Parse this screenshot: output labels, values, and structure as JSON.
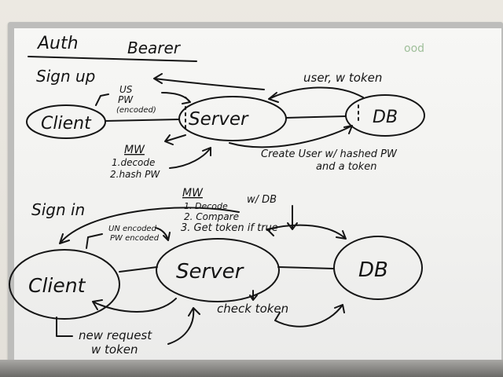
{
  "board": {
    "title_left": "Auth",
    "title_right": "Bearer",
    "corner_mark": "ood",
    "signup": {
      "heading": "Sign up",
      "client": "Client",
      "server": "Server",
      "db": "DB",
      "payload_1": "US",
      "payload_2": "PW",
      "payload_3": "(encoded)",
      "return_label": "user, w token",
      "middleware_title": "MW",
      "middleware_1": "1.decode",
      "middleware_2": "2.hash PW",
      "create_1": "Create User w/ hashed PW",
      "create_2": "and a token"
    },
    "signin": {
      "heading": "Sign in",
      "client": "Client",
      "server": "Server",
      "db": "DB",
      "payload_1": "UN encoded",
      "payload_2": "PW encoded",
      "middleware_title": "MW",
      "middleware_1": "1. Decode",
      "middleware_2": "2. Compare",
      "middleware_2b": "w/ DB",
      "middleware_3": "3. Get token if true",
      "new_request_1": "new request",
      "new_request_2": "w token",
      "check": "check token"
    }
  }
}
